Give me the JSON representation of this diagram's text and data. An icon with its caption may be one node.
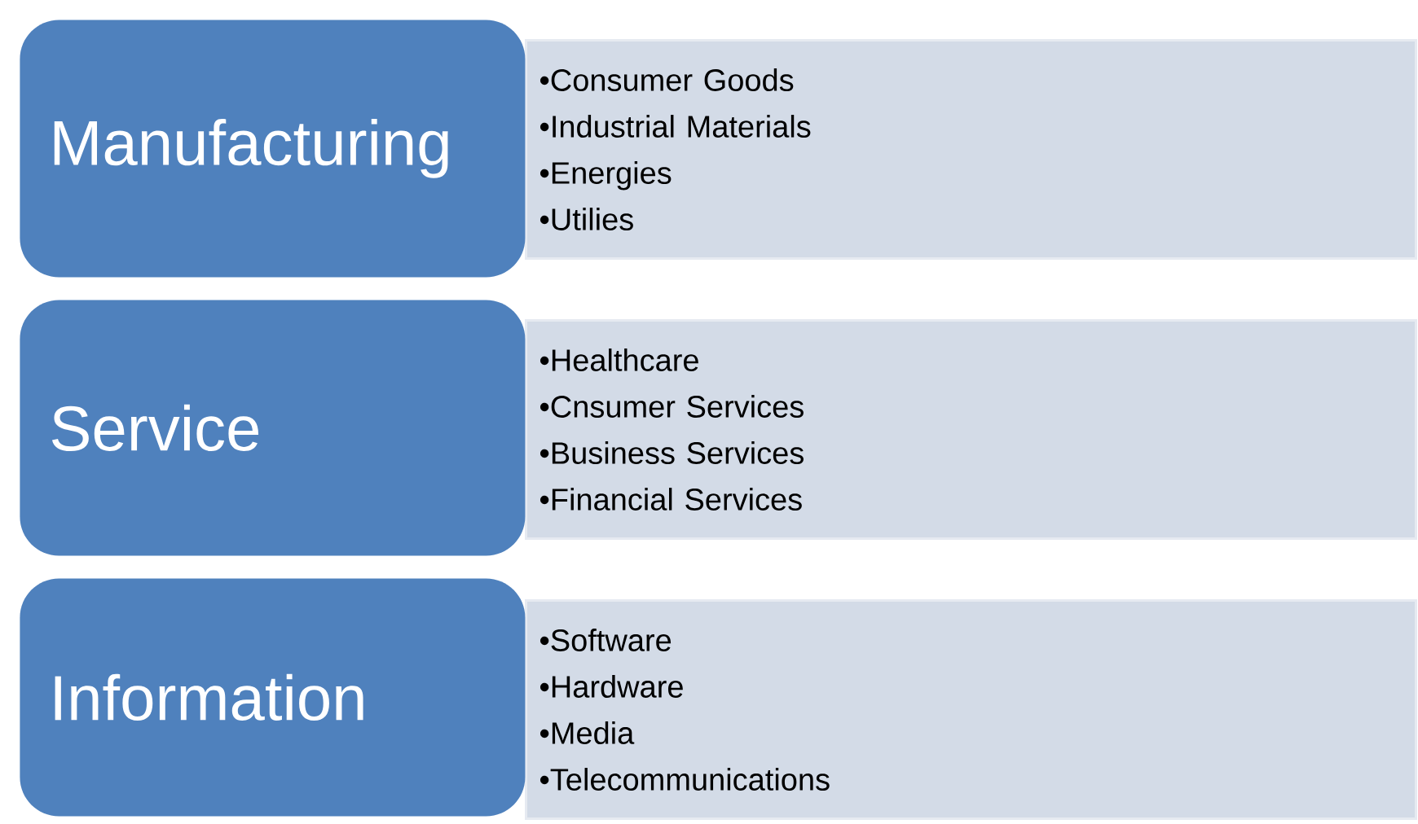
{
  "diagram": {
    "nodes": [
      {
        "text": [
          "Manufacturing"
        ]
      },
      {
        "text": [
          "•Consumer Goods",
          "•Industrial Materials",
          "•Energies",
          "•Utilies"
        ]
      },
      {
        "text": [
          "Service"
        ]
      },
      {
        "text": [
          "•Healthcare",
          "•Cnsumer Services",
          "•Business Services",
          "•Financial Services"
        ]
      },
      {
        "text": [
          "Information"
        ]
      },
      {
        "text": [
          "•Software",
          "•Hardware",
          "•Media",
          "•Telecommunications"
        ]
      }
    ]
  }
}
